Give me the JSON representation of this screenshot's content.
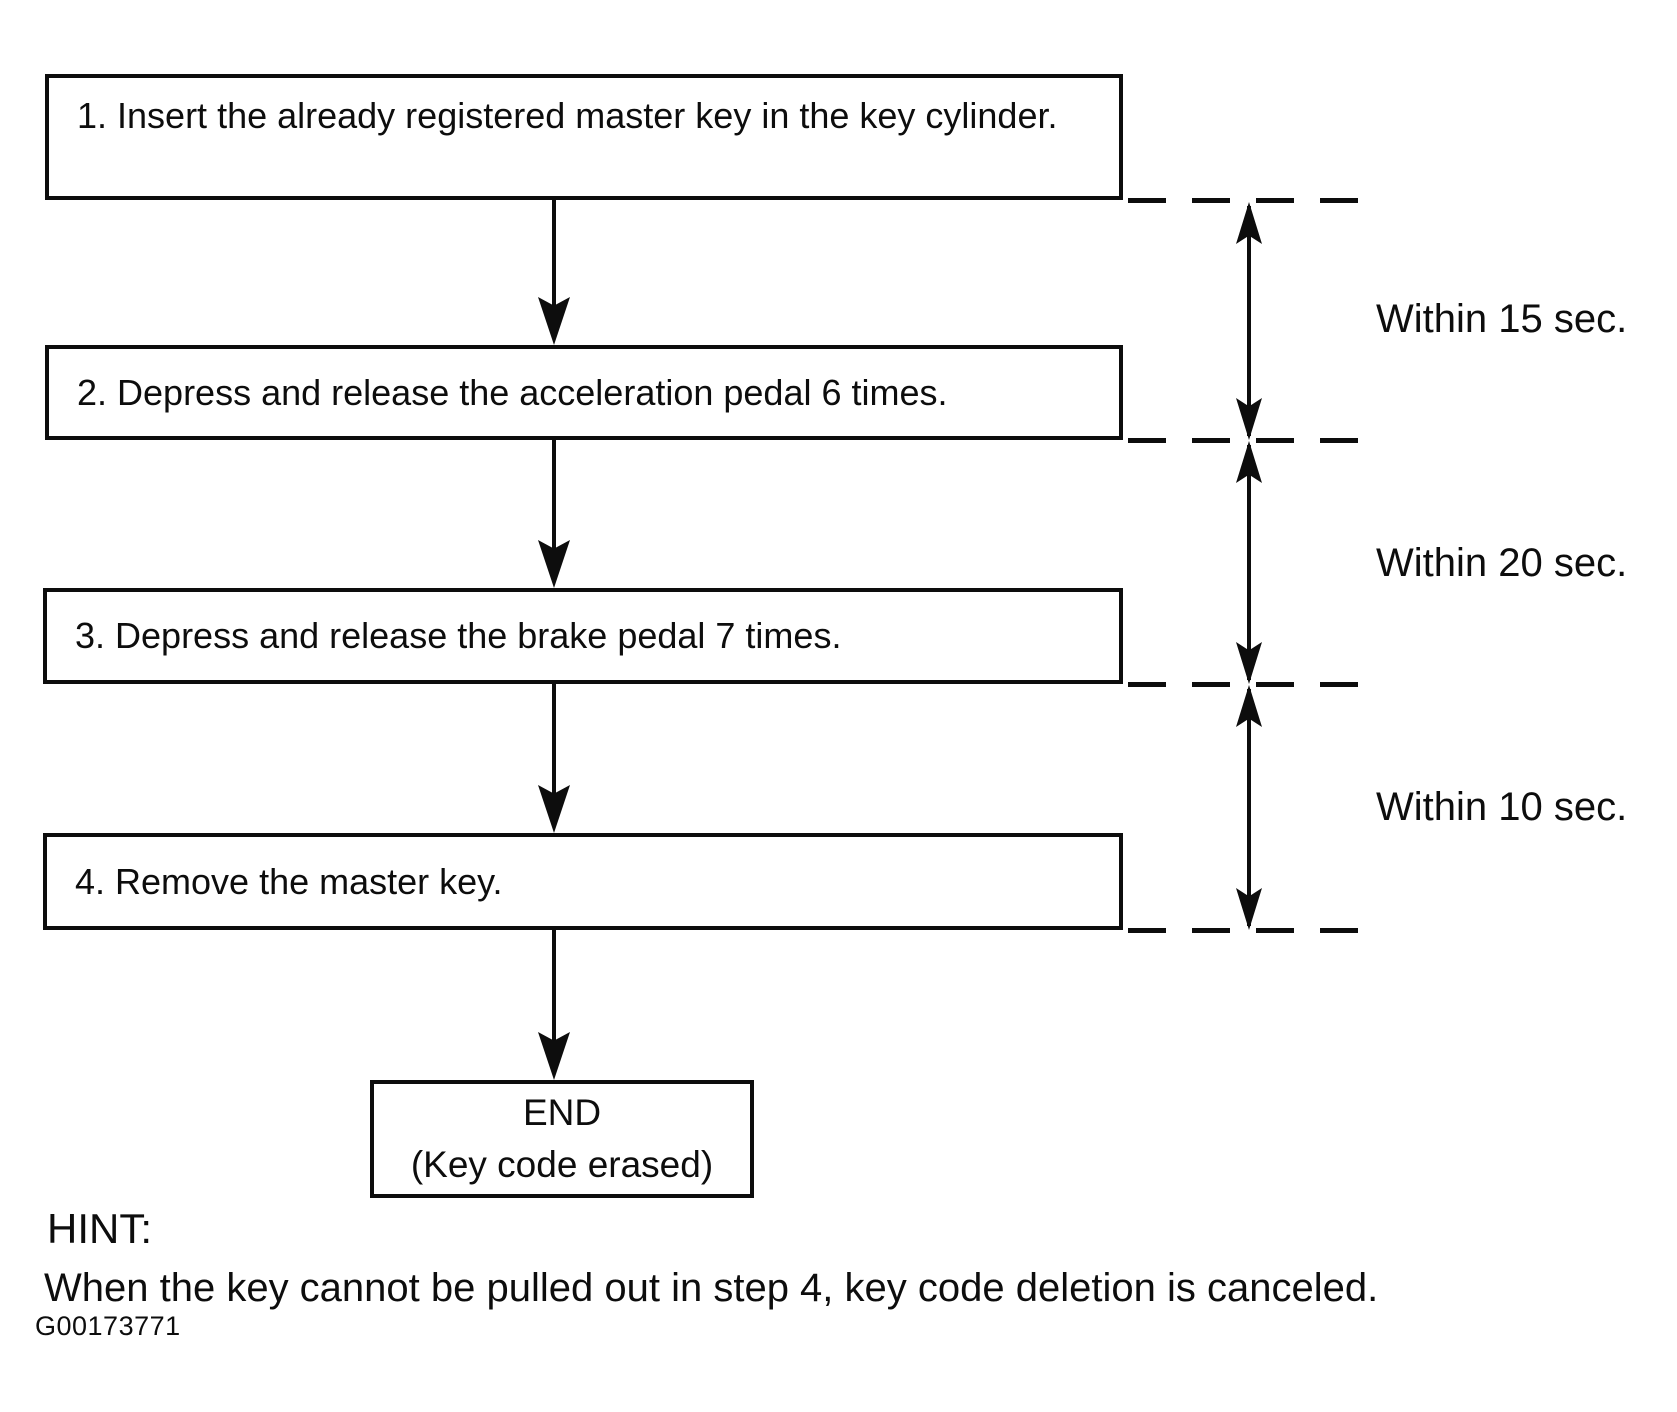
{
  "diagram": {
    "title_semantic": "Key code deletion procedure flowchart",
    "steps": [
      {
        "label": "1. Insert the already registered master key in the key cylinder."
      },
      {
        "label": "2. Depress and release the acceleration pedal 6 times."
      },
      {
        "label": "3. Depress and release the brake pedal 7 times."
      },
      {
        "label": "4. Remove the master key."
      }
    ],
    "end": {
      "line1": "END",
      "line2": "(Key code erased)"
    },
    "timings": [
      {
        "label": "Within 15 sec."
      },
      {
        "label": "Within 20 sec."
      },
      {
        "label": "Within 10 sec."
      }
    ],
    "hint": {
      "title": "HINT:",
      "body": "When the key cannot be pulled out in step 4, key code deletion is canceled."
    },
    "figure_id": "G00173771",
    "colors": {
      "ink": "#0d0d0d",
      "background": "#ffffff"
    }
  }
}
